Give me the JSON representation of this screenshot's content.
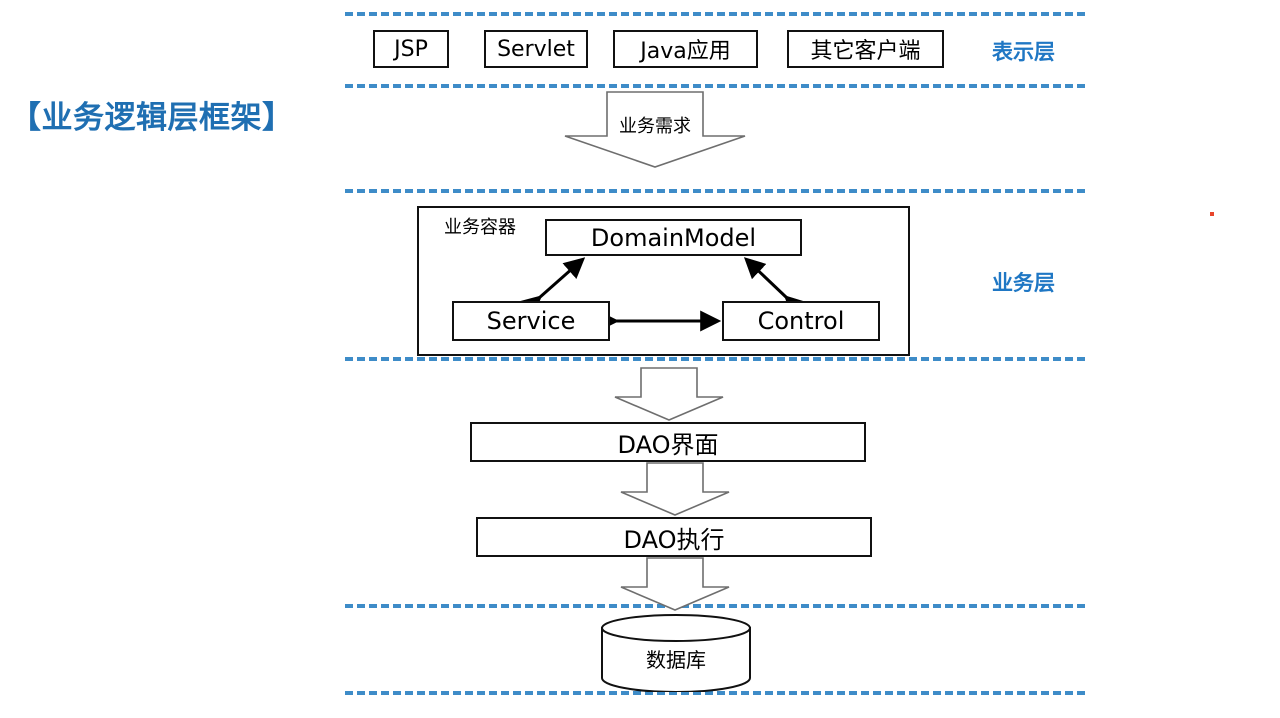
{
  "slide": {
    "title": "【业务逻辑层框架】",
    "title_color": "#1F6FB2",
    "background": "#ffffff"
  },
  "theme": {
    "layer_divider_color": "#3E8CC8",
    "layer_label_color": "#1F77C4",
    "box_border_color": "#111111",
    "arrow_outline_color": "#6e6e6e",
    "connector_color": "#000000",
    "artifact_dot_color": "#E8452B"
  },
  "layers": [
    {
      "id": "presentation",
      "label": "表示层"
    },
    {
      "id": "business",
      "label": "业务层"
    }
  ],
  "presentation_layer": {
    "label": "表示层",
    "nodes": [
      {
        "id": "jsp",
        "label": "JSP"
      },
      {
        "id": "servlet",
        "label": "Servlet"
      },
      {
        "id": "java-app",
        "label": "Java应用"
      },
      {
        "id": "other-client",
        "label": "其它客户端"
      }
    ]
  },
  "flow_arrows": [
    {
      "id": "business-requirement",
      "label": "业务需求",
      "direction": "down"
    },
    {
      "id": "to-dao-interface",
      "label": "",
      "direction": "down"
    },
    {
      "id": "to-dao-exec",
      "label": "",
      "direction": "down"
    },
    {
      "id": "to-database",
      "label": "",
      "direction": "down"
    }
  ],
  "business_layer": {
    "label": "业务层",
    "container_label": "业务容器",
    "nodes": [
      {
        "id": "domain-model",
        "label": "DomainModel"
      },
      {
        "id": "service",
        "label": "Service"
      },
      {
        "id": "control",
        "label": "Control"
      }
    ],
    "connections": [
      {
        "from": "service",
        "to": "domain-model",
        "type": "bidirectional"
      },
      {
        "from": "control",
        "to": "domain-model",
        "type": "bidirectional"
      },
      {
        "from": "service",
        "to": "control",
        "type": "bidirectional"
      }
    ]
  },
  "persistence": {
    "nodes": [
      {
        "id": "dao-interface",
        "label": "DAO界面"
      },
      {
        "id": "dao-exec",
        "label": "DAO执行"
      }
    ],
    "database": {
      "id": "database",
      "label": "数据库",
      "shape": "cylinder"
    }
  }
}
